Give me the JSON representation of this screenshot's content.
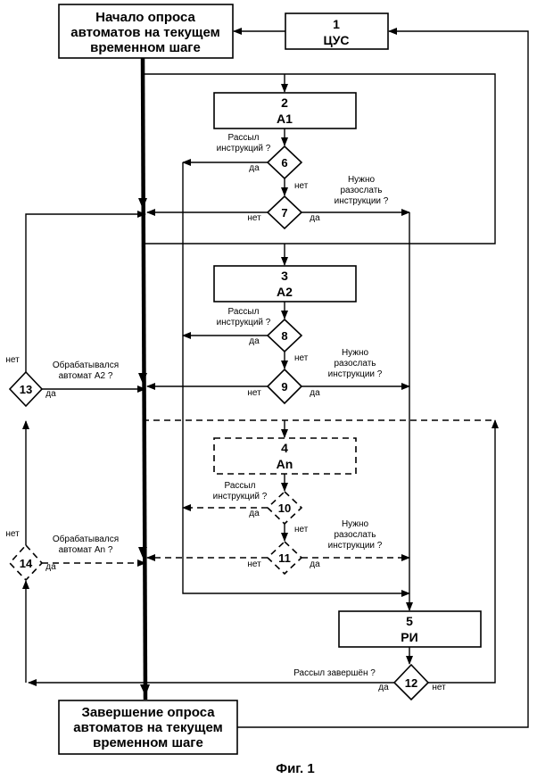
{
  "start_box": [
    "Начало опроса",
    "автоматов на текущем",
    "временном шаге"
  ],
  "end_box": [
    "Завершение опроса",
    "автоматов на текущем",
    "временном шаге"
  ],
  "blocks": [
    {
      "num": "1",
      "label": "ЦУС"
    },
    {
      "num": "2",
      "label": "А1"
    },
    {
      "num": "3",
      "label": "А2"
    },
    {
      "num": "4",
      "label": "An"
    },
    {
      "num": "5",
      "label": "РИ"
    }
  ],
  "decisions": [
    "6",
    "7",
    "8",
    "9",
    "10",
    "11",
    "12",
    "13",
    "14"
  ],
  "labels": {
    "sent_q": [
      "Рассыл",
      "инструкций ?"
    ],
    "need_q": [
      "Нужно",
      "разослать",
      "инструкции ?"
    ],
    "processed_a2": [
      "Обрабатывался",
      "автомат А2 ?"
    ],
    "processed_an": [
      "Обрабатывался",
      "автомат An ?"
    ],
    "done_q": "Рассыл завершён ?",
    "yes": "да",
    "no": "нет"
  },
  "caption": "Фиг. 1"
}
